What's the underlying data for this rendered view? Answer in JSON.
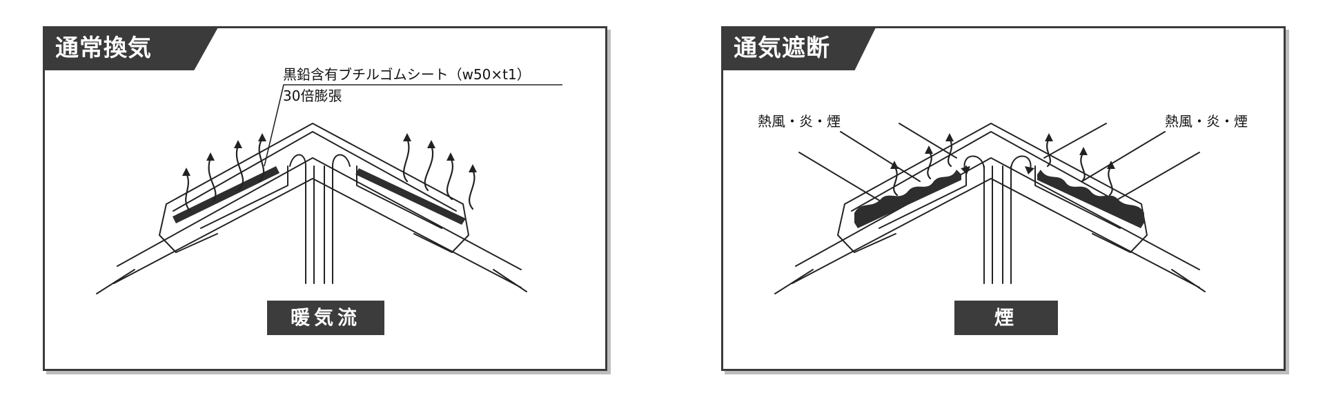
{
  "left_panel": {
    "title": "通常換気",
    "callout_line1": "黒鉛含有ブチルゴムシート（w50×t1）",
    "callout_line2": "30倍膨張",
    "center_label": "暖気流"
  },
  "right_panel": {
    "title": "通気遮断",
    "label_left": "熱風・炎・煙",
    "label_right": "熱風・炎・煙",
    "center_label": "煙"
  }
}
